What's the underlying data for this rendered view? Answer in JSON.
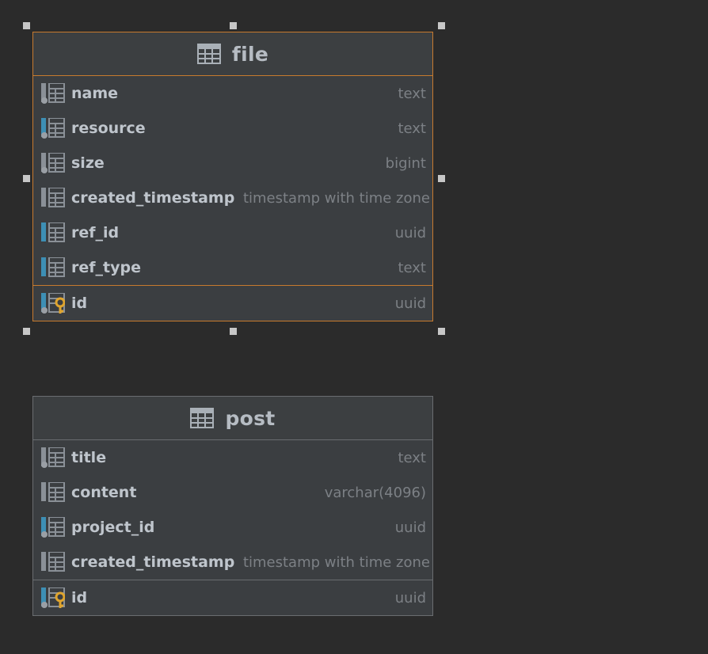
{
  "entities": [
    {
      "name": "file",
      "columns": [
        {
          "name": "name",
          "type": "text",
          "icon": "column-notnull-icon"
        },
        {
          "name": "resource",
          "type": "text",
          "icon": "column-fk-notnull-icon"
        },
        {
          "name": "size",
          "type": "bigint",
          "icon": "column-notnull-icon"
        },
        {
          "name": "created_timestamp",
          "type": "timestamp with time zone",
          "icon": "column-icon"
        },
        {
          "name": "ref_id",
          "type": "uuid",
          "icon": "column-fk-icon"
        },
        {
          "name": "ref_type",
          "type": "text",
          "icon": "column-fk-icon"
        }
      ],
      "primary_key": {
        "name": "id",
        "type": "uuid",
        "icon": "primary-key-icon"
      }
    },
    {
      "name": "post",
      "columns": [
        {
          "name": "title",
          "type": "text",
          "icon": "column-notnull-icon"
        },
        {
          "name": "content",
          "type": "varchar(4096)",
          "icon": "column-icon"
        },
        {
          "name": "project_id",
          "type": "uuid",
          "icon": "column-fk-notnull-icon"
        },
        {
          "name": "created_timestamp",
          "type": "timestamp with time zone",
          "icon": "column-icon"
        }
      ],
      "primary_key": {
        "name": "id",
        "type": "uuid",
        "icon": "primary-key-icon"
      }
    }
  ],
  "colors": {
    "background": "#2b2b2b",
    "selection_border": "#c77a2e",
    "fk_marker": "#3d8fb5",
    "key_gold": "#e0a52e"
  }
}
